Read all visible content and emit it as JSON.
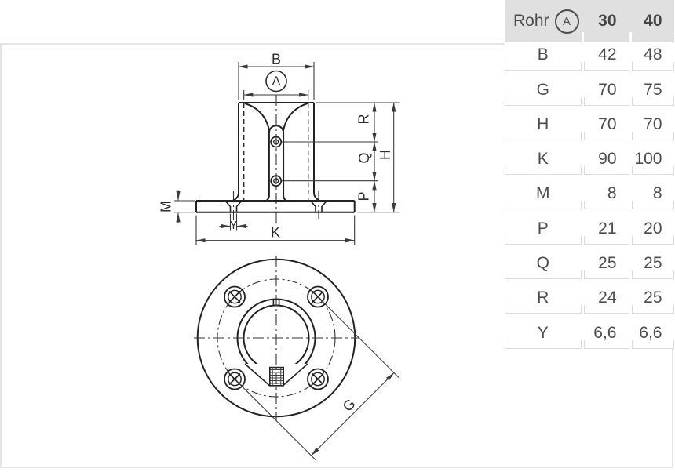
{
  "table": {
    "header": {
      "label": "Rohr",
      "symbol": "A",
      "col1": "30",
      "col2": "40"
    },
    "rows": [
      {
        "label": "B",
        "v30": "42",
        "v40": "48"
      },
      {
        "label": "G",
        "v30": "70",
        "v40": "75"
      },
      {
        "label": "H",
        "v30": "70",
        "v40": "70"
      },
      {
        "label": "K",
        "v30": "90",
        "v40": "100"
      },
      {
        "label": "M",
        "v30": "8",
        "v40": "8"
      },
      {
        "label": "P",
        "v30": "21",
        "v40": "20"
      },
      {
        "label": "Q",
        "v30": "25",
        "v40": "25"
      },
      {
        "label": "R",
        "v30": "24",
        "v40": "25"
      },
      {
        "label": "Y",
        "v30": "6,6",
        "v40": "6,6"
      }
    ]
  },
  "drawing": {
    "labels": {
      "B": "B",
      "A": "A",
      "R": "R",
      "Q": "Q",
      "P": "P",
      "H": "H",
      "M": "M",
      "Y": "Y",
      "K": "K",
      "G": "G"
    }
  },
  "colors": {
    "header_bg": "#e0e0e0",
    "table_border": "#dcdcdc",
    "table_text": "#4c4c4c",
    "drawing_line": "#222222",
    "frame_border": "#e5e5e5"
  }
}
